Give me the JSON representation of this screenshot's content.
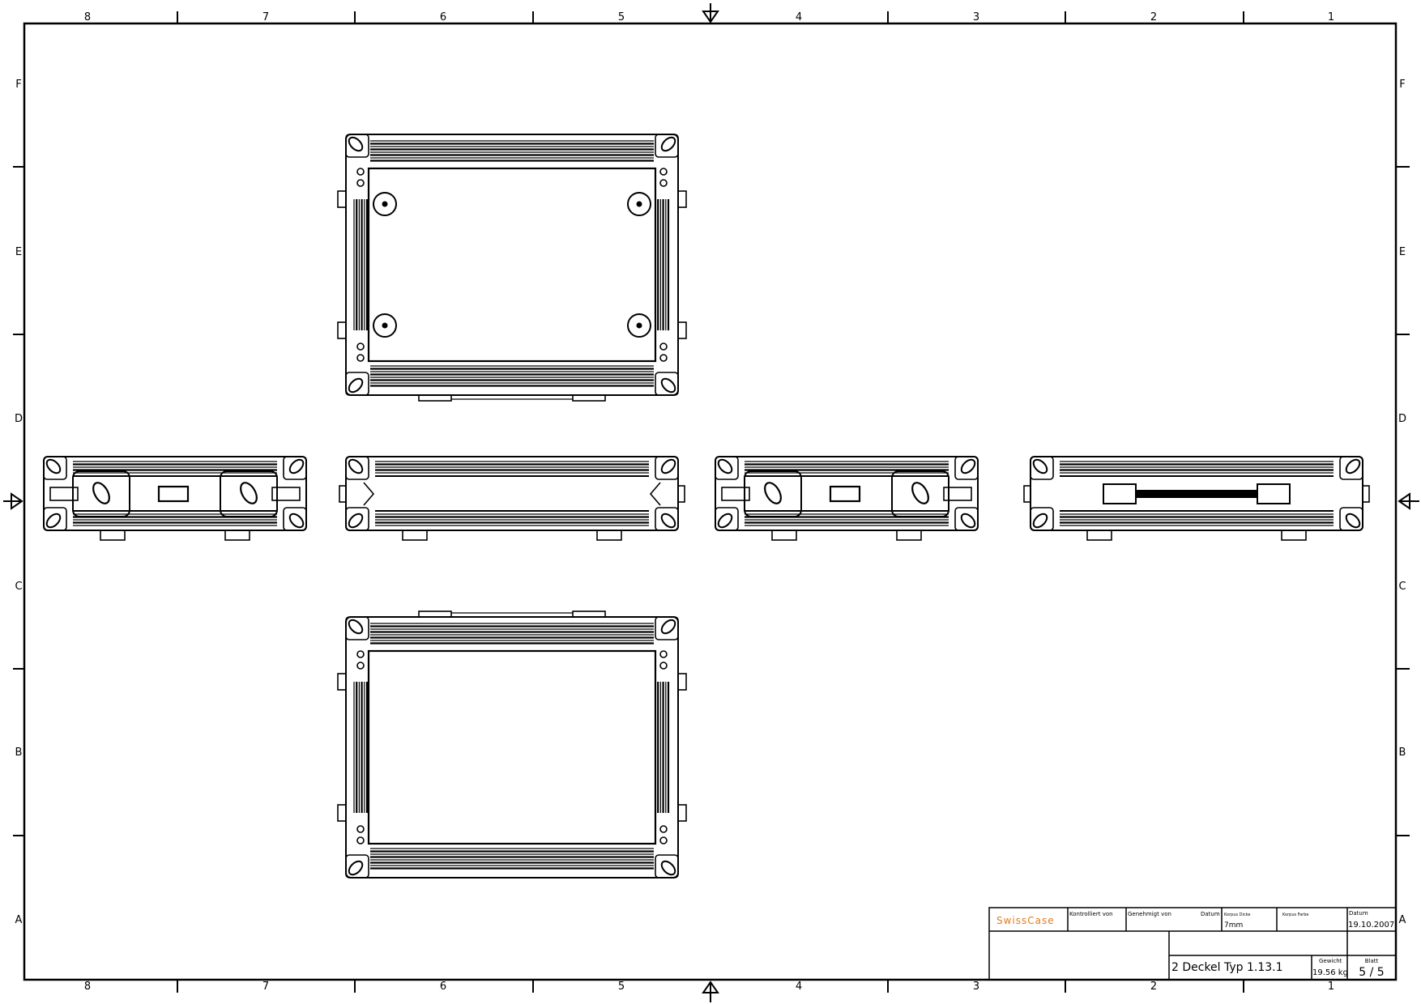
{
  "border": {
    "column_labels": [
      "8",
      "7",
      "6",
      "5",
      "4",
      "3",
      "2",
      "1"
    ],
    "row_labels": [
      "F",
      "E",
      "D",
      "C",
      "B",
      "A"
    ]
  },
  "views": {
    "top_view": {
      "feet": true,
      "tabs": "bottom"
    },
    "side_view_1": {
      "type": "latch-front"
    },
    "side_view_2": {
      "type": "plain"
    },
    "side_view_3": {
      "type": "latch-front"
    },
    "side_view_4": {
      "type": "handle"
    },
    "bottom_view": {
      "feet": false,
      "tabs": "top"
    }
  },
  "title_block": {
    "logo": "SwissCase",
    "logo_color": "#e07b1f",
    "checked_by_label": "Kontrolliert von",
    "approved_by_label": "Genehmigt von",
    "date_label_1": "Datum",
    "thickness_label": "Korpus Dicke",
    "thickness_value": "7mm",
    "color_label": "Korpus Farbe",
    "date_label_2": "Datum",
    "date_value": "19.10.2007",
    "title": "2 Deckel Typ 1.13.1",
    "weight_label": "Gewicht",
    "weight_value": "19.56 kg",
    "sheet_label": "Blatt",
    "sheet_value": "5 / 5"
  }
}
